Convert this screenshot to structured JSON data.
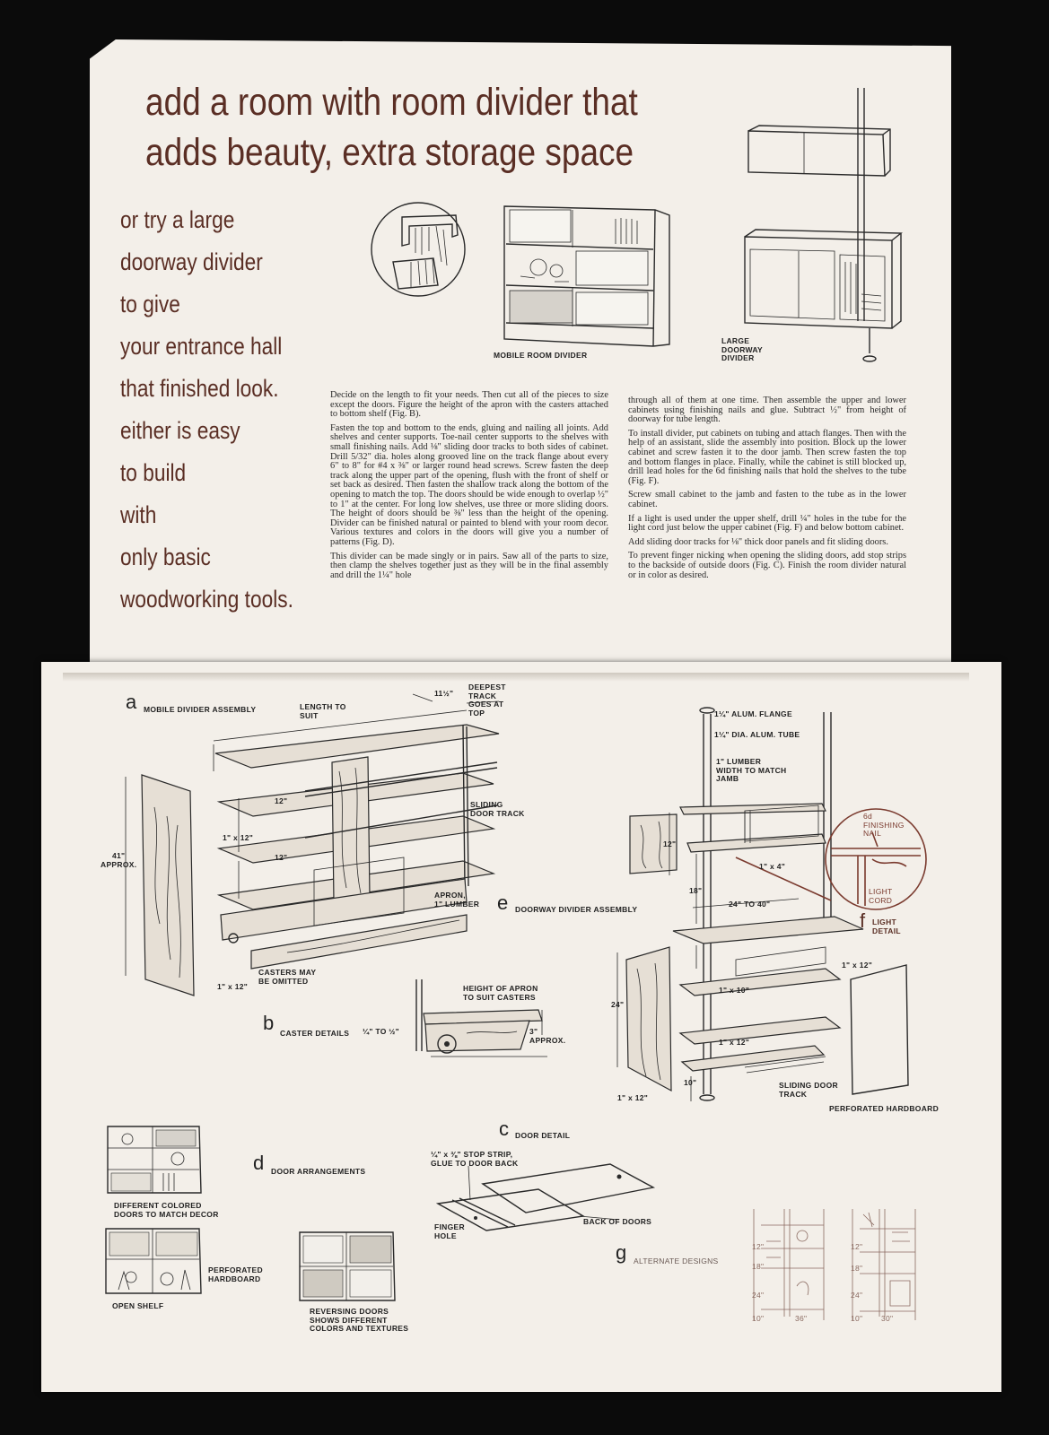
{
  "headline": {
    "line1": "add a room with room divider that",
    "line2": "adds beauty, extra storage space"
  },
  "side_text": [
    "or try a large",
    "doorway divider",
    "to give",
    "your entrance hall",
    "that finished look.",
    "either is easy",
    "to build",
    "with",
    "only basic",
    "woodworking tools."
  ],
  "captions": {
    "mobile_room_divider": "MOBILE ROOM DIVIDER",
    "large_doorway_divider": [
      "LARGE",
      "DOORWAY",
      "DIVIDER"
    ]
  },
  "instructions_left": [
    "Decide on the length to fit your needs. Then cut all of the pieces to size except the doors. Figure the height of the apron with the casters attached to bottom shelf (Fig. B).",
    "Fasten the top and bottom to the ends, gluing and nailing all joints. Add shelves and center supports. Toe-nail center supports to the shelves with small finishing nails. Add ⅛\" sliding door tracks to both sides of cabinet. Drill 5/32\" dia. holes along grooved line on the track flange about every 6\" to 8\" for #4 x ⅜\" or larger round head screws. Screw fasten the deep track along the upper part of the opening, flush with the front of shelf or set back as desired. Then fasten the shallow track along the bottom of the opening to match the top. The doors should be wide enough to overlap ½\" to 1\" at the center. For long low shelves, use three or more sliding doors. The height of doors should be ⅜\" less than the height of the opening. Divider can be finished natural or painted to blend with your room decor. Various textures and colors in the doors will give you a number of patterns (Fig. D).",
    "This divider can be made singly or in pairs. Saw all of the parts to size, then clamp the shelves together just as they will be in the final assembly and drill the 1¼\" hole"
  ],
  "instructions_right": [
    "through all of them at one time. Then assemble the upper and lower cabinets using finishing nails and glue. Subtract ½\" from height of doorway for tube length.",
    "To install divider, put cabinets on tubing and attach flanges. Then with the help of an assistant, slide the assembly into position. Block up the lower cabinet and screw fasten it to the door jamb. Then screw fasten the top and bottom flanges in place. Finally, while the cabinet is still blocked up, drill lead holes for the 6d finishing nails that hold the shelves to the tube (Fig. F).",
    "Screw small cabinet to the jamb and fasten to the tube as in the lower cabinet.",
    "If a light is used under the upper shelf, drill ¼\" holes in the tube for the light cord just below the upper cabinet (Fig. F) and below bottom cabinet.",
    "Add sliding door tracks for ⅛\" thick door panels and fit sliding doors.",
    "To prevent finger nicking when opening the sliding doors, add stop strips to the backside of outside doors (Fig. C). Finish the room divider natural or in color as desired."
  ],
  "fig_a": {
    "letter": "a",
    "title": "MOBILE DIVIDER ASSEMBLY",
    "labels": {
      "length": [
        "LENGTH TO",
        "SUIT"
      ],
      "depth": "11½\"",
      "deepest_track": [
        "DEEPEST",
        "TRACK",
        "GOES AT",
        "TOP"
      ],
      "sliding_track": [
        "SLIDING",
        "DOOR TRACK"
      ],
      "height": [
        "41\"",
        "APPROX."
      ],
      "shelf_gap_1": "12\"",
      "shelf_gap_2": "12\"",
      "lumber": "1\" x 12\"",
      "apron": [
        "APRON,",
        "1\" LUMBER"
      ],
      "casters": [
        "CASTERS MAY",
        "BE OMITTED"
      ],
      "end_lumber": "1\" x 12\""
    }
  },
  "fig_b": {
    "letter": "b",
    "title": "CASTER DETAILS",
    "labels": {
      "apron": [
        "HEIGHT OF APRON",
        "TO SUIT CASTERS"
      ],
      "gap": "¼\" TO ½\"",
      "approx": [
        "3\"",
        "APPROX."
      ]
    }
  },
  "fig_c": {
    "letter": "c",
    "title": "DOOR DETAIL",
    "labels": {
      "stop_strip": [
        "¼\" x ⅜\" STOP STRIP,",
        "GLUE TO DOOR BACK"
      ],
      "finger_hole": [
        "FINGER",
        "HOLE"
      ],
      "back_of_doors": "BACK OF DOORS"
    }
  },
  "fig_d": {
    "letter": "d",
    "title": "DOOR ARRANGEMENTS",
    "labels": {
      "colored": [
        "DIFFERENT COLORED",
        "DOORS TO MATCH DECOR"
      ],
      "open_shelf": "OPEN SHELF",
      "perforated": [
        "PERFORATED",
        "HARDBOARD"
      ],
      "reversing": [
        "REVERSING DOORS",
        "SHOWS DIFFERENT",
        "COLORS AND TEXTURES"
      ]
    }
  },
  "fig_e": {
    "letter": "e",
    "title": "DOORWAY DIVIDER ASSEMBLY",
    "labels": {
      "flange": "1¼\" ALUM. FLANGE",
      "tube": "1¼\" DIA. ALUM. TUBE",
      "lumber": [
        "1\" LUMBER",
        "WIDTH TO MATCH",
        "JAMB"
      ],
      "upper_height": "12\"",
      "shelf_lumber": "1\" x 4\"",
      "gap": "18\"",
      "width": "24\" TO 40\"",
      "base_height": "24\"",
      "base_lumber_a": "1\" x 10\"",
      "base_lumber_b": "1\" x 12\"",
      "side_lumber": "1\" x 12\"",
      "corner_lumber": "1\" x 12\"",
      "leg": "10\"",
      "track": [
        "SLIDING DOOR",
        "TRACK"
      ],
      "hardboard": "PERFORATED HARDBOARD"
    }
  },
  "fig_f": {
    "letter": "f",
    "title": [
      "LIGHT",
      "DETAIL"
    ],
    "labels": {
      "nail": [
        "6d",
        "FINISHING",
        "NAIL"
      ],
      "cord": [
        "LIGHT",
        "CORD"
      ]
    }
  },
  "fig_g": {
    "letter": "g",
    "title": "ALTERNATE DESIGNS",
    "labels": {
      "dims_a": [
        "12\"",
        "18\"",
        "24\"",
        "10\"",
        "36\""
      ],
      "dims_b": [
        "12\"",
        "18\"",
        "24\"",
        "10\"",
        "30\""
      ]
    }
  }
}
